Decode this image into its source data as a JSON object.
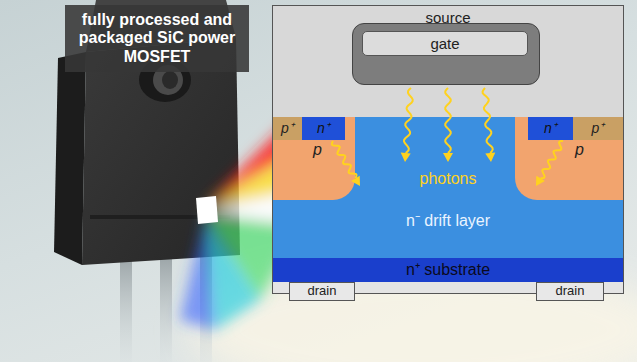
{
  "diagram": {
    "nodes": [
      {
        "text": [
          "fully processed and packaged SiC power MOSFET"
        ]
      },
      {
        "text": [
          "source"
        ]
      },
      {
        "text": [
          "gate"
        ],
        "in": 1
      },
      {
        "text": [
          "n⁻ drift layer"
        ]
      },
      {
        "text": [
          "p"
        ],
        "in": 3
      },
      {
        "text": [
          "p⁺"
        ],
        "in": 4
      },
      {
        "text": [
          "n⁺"
        ],
        "in": 4
      },
      {
        "text": [
          "p"
        ],
        "in": 3
      },
      {
        "text": [
          "n⁺"
        ],
        "in": 7
      },
      {
        "text": [
          "p⁺"
        ],
        "in": 7
      },
      {
        "text": [
          "n⁺ substrate"
        ]
      },
      {
        "text": [
          "drain"
        ]
      },
      {
        "text": [
          "drain"
        ]
      }
    ],
    "labels": [
      "photons"
    ]
  }
}
